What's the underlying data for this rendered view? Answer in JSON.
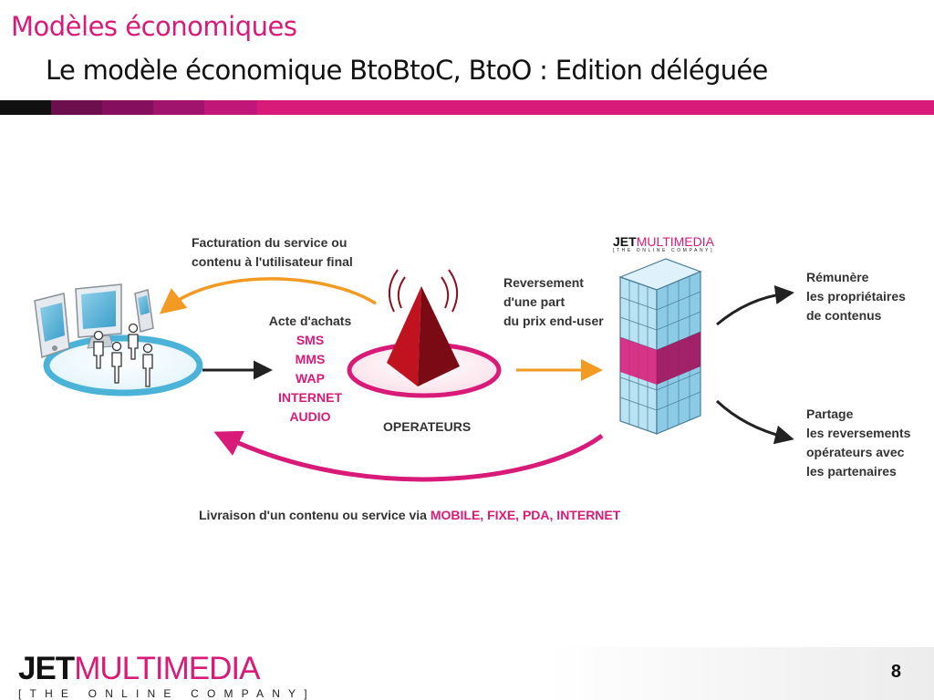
{
  "header": {
    "title": "Modèles économiques",
    "subtitle": "Le modèle économique BtoBtoC, BtoO : Edition déléguée"
  },
  "title_bar_colors": [
    "#111111",
    "#6e0f4d",
    "#850f5c",
    "#a0146d",
    "#c01779",
    "#d81b78"
  ],
  "diagram": {
    "billing_label": [
      "Facturation du service ou",
      "contenu à l'utilisateur final"
    ],
    "purchase_act_label": "Acte d'achats",
    "purchase_channels": [
      "SMS",
      "MMS",
      "WAP",
      "INTERNET",
      "AUDIO"
    ],
    "operators_label": "OPERATEURS",
    "revenue_share_label": [
      "Reversement",
      "d'une part",
      "du prix end-user"
    ],
    "remunerate_label": [
      "Rémunère",
      "les propriétaires",
      "de contenus"
    ],
    "sharing_label": [
      "Partage",
      "les reversements",
      "opérateurs avec",
      "les partenaires"
    ],
    "delivery_label_prefix": "Livraison d'un contenu ou service via",
    "delivery_label_channels": "MOBILE, FIXE, PDA, INTERNET",
    "colors": {
      "accent": "#d81b78",
      "orange_arrow": "#f29a21",
      "dark_arrow": "#222222",
      "pyramid": "#b0101c",
      "building": "#a8d8ee"
    }
  },
  "logo": {
    "jet": "JET",
    "multimedia": "MULTIMEDIA",
    "tagline": "[THE ONLINE COMPANY]"
  },
  "footer": {
    "page_number": "8"
  }
}
